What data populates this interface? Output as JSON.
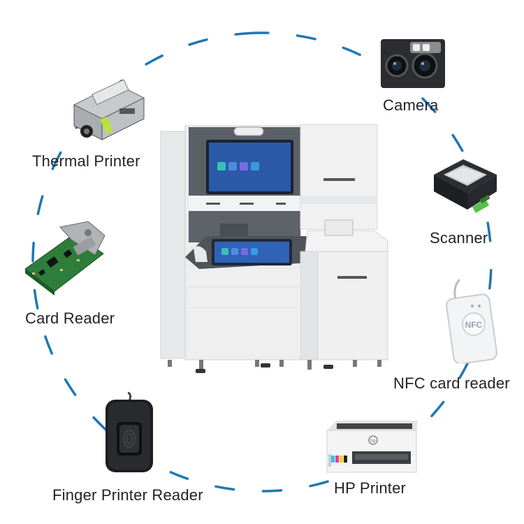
{
  "ring_color": "#1f77b4",
  "labels": {
    "camera": "Camera",
    "thermal_printer": "Thermal Printer",
    "scanner": "Scanner",
    "card_reader": "Card Reader",
    "nfc_card_reader": "NFC card reader",
    "finger_printer_reader": "Finger Printer Reader",
    "hp_printer": "HP Printer"
  },
  "icons": {
    "kiosk": "kiosk-machine-image",
    "camera": "camera-module-image",
    "thermal_printer": "thermal-printer-image",
    "scanner": "barcode-scanner-image",
    "card_reader": "card-reader-board-image",
    "nfc_card_reader": "nfc-reader-image",
    "finger_printer_reader": "fingerprint-reader-image",
    "hp_printer": "hp-printer-image"
  },
  "nfc_logo_text": "NFC",
  "printer_logo_text": "hp"
}
